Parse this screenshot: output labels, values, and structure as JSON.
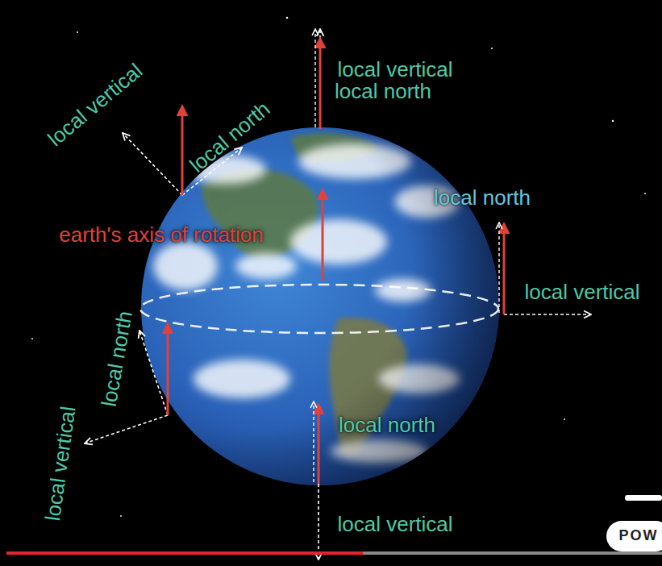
{
  "diagram": {
    "labels": [
      "local vertical",
      "local north",
      "local vertical",
      "local north",
      "local north",
      "earth's axis of rotation",
      "local vertical",
      "local north",
      "local vertical",
      "local north",
      "local vertical",
      "POW"
    ]
  }
}
